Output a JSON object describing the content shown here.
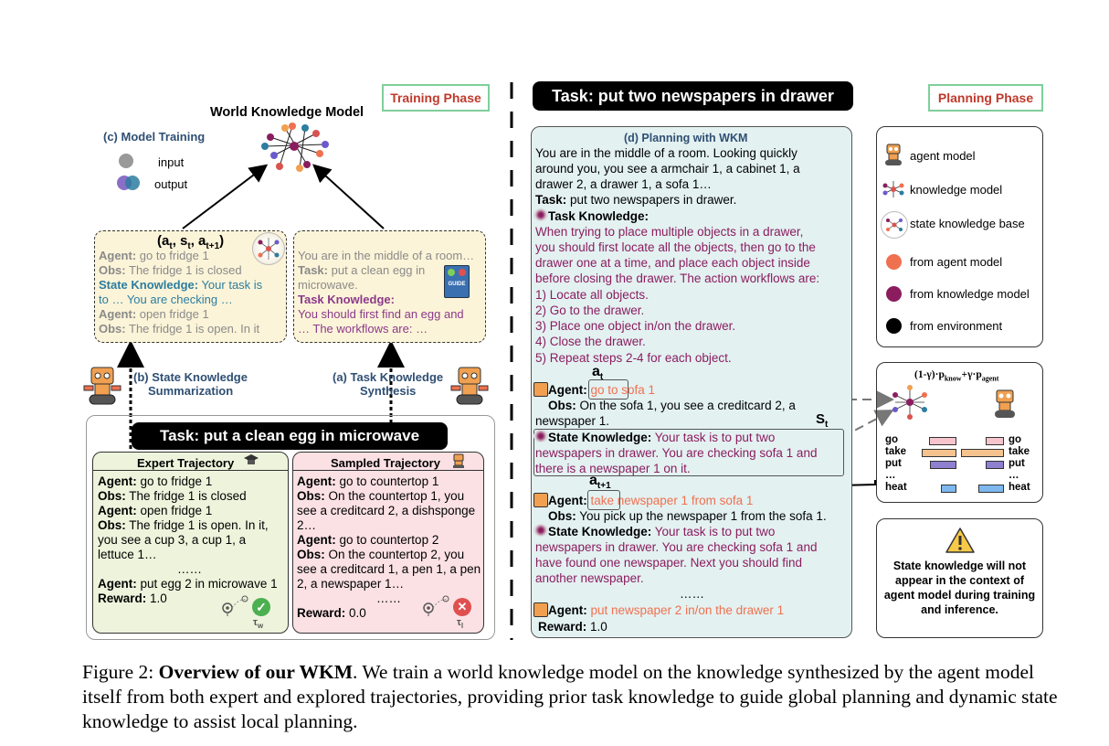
{
  "training": {
    "phase_label": "Training Phase",
    "wkm_title": "World Knowledge Model",
    "model_training": {
      "title": "(c) Model Training",
      "legend_input": "input",
      "legend_output": "output"
    },
    "state_box": {
      "header": "(a",
      "header_sub_t": "t",
      "header_mid": ", s",
      "header_sub_t2": "t",
      "header_mid2": ", a",
      "header_sub_t3": "t+1",
      "header_end": ")",
      "lines": [
        {
          "label": "Agent:",
          "text": " go to fridge 1"
        },
        {
          "label": "Obs:",
          "text": " The fridge 1 is closed"
        },
        {
          "label": "State Knowledge:",
          "text": " Your task is"
        },
        {
          "label": "",
          "text": "to … You are checking …"
        },
        {
          "label": "Agent:",
          "text": " open fridge 1"
        },
        {
          "label": "Obs:",
          "text": " The fridge 1 is open. In it"
        }
      ]
    },
    "task_box": {
      "lines": [
        {
          "label": "",
          "text": "You are in the middle of a room…"
        },
        {
          "label": "Task:",
          "text": " put a clean egg in"
        },
        {
          "label": "",
          "text": "microwave."
        },
        {
          "label": "Task Knowledge:",
          "text": ""
        },
        {
          "label": "",
          "text": "You should first find an egg and"
        },
        {
          "label": "",
          "text": "… The workflows are: …"
        }
      ],
      "guide_text": "GUIDE"
    },
    "summarization_label_1": "(b) State Knowledge",
    "summarization_label_2": "Summarization",
    "synthesis_label_1": "(a) Task Knowledge",
    "synthesis_label_2": "Synthesis",
    "task_title": "Task: put a clean egg in microwave",
    "expert": {
      "title": "Expert Trajectory",
      "lines": [
        {
          "label": "Agent:",
          "text": " go to fridge 1"
        },
        {
          "label": "Obs:",
          "text": " The fridge 1 is closed"
        },
        {
          "label": "Agent:",
          "text": " open fridge 1"
        },
        {
          "label": "Obs:",
          "text": " The fridge 1 is open. In it,"
        },
        {
          "label": "",
          "text": "you see a cup 3, a cup 1, a"
        },
        {
          "label": "",
          "text": "lettuce 1…"
        },
        {
          "label": "",
          "text": "……"
        },
        {
          "label": "Agent:",
          "text": " put egg 2 in microwave 1"
        },
        {
          "label": "Reward:",
          "text": " 1.0"
        }
      ],
      "tau": "τ",
      "tau_sub": "w"
    },
    "sampled": {
      "title": "Sampled Trajectory",
      "lines": [
        {
          "label": "Agent:",
          "text": " go to countertop 1"
        },
        {
          "label": "Obs:",
          "text": " On the countertop 1, you"
        },
        {
          "label": "",
          "text": "see a creditcard 2, a dishsponge"
        },
        {
          "label": "",
          "text": "2…"
        },
        {
          "label": "Agent:",
          "text": " go to countertop 2"
        },
        {
          "label": "Obs:",
          "text": " On the countertop 2, you"
        },
        {
          "label": "",
          "text": "see a creditcard 1, a pen 1, a pen"
        },
        {
          "label": "",
          "text": "2, a newspaper 1…"
        },
        {
          "label": "",
          "text": "……"
        },
        {
          "label": "Reward:",
          "text": " 0.0"
        }
      ],
      "tau": "τ",
      "tau_sub": "l"
    }
  },
  "planning": {
    "phase_label": "Planning Phase",
    "task_title": "Task: put two newspapers in drawer",
    "wkm_title": "(d) Planning with WKM",
    "intro": [
      "You are in the middle of a room. Looking quickly",
      "around you, you see a armchair 1, a cabinet 1, a",
      "drawer 2, a drawer 1, a sofa 1…"
    ],
    "task_line_label": "Task:",
    "task_line_text": " put two newspapers in drawer.",
    "task_knowledge_label": "Task Knowledge:",
    "task_knowledge": [
      "When trying to place multiple objects in a drawer,",
      "you should first locate all the objects, then go to the",
      "drawer one at a time, and place each object inside",
      "before closing the drawer. The action workflows are:",
      "1)  Locate all objects.",
      "2)  Go to the drawer.",
      "3)  Place one object in/on the drawer.",
      "4)  Close the drawer.",
      "5)  Repeat steps 2-4 for each object."
    ],
    "a_t": "a",
    "a_t_sub": "t",
    "s_t": "S",
    "s_t_sub": "t",
    "a_t1": "a",
    "a_t1_sub": "t+1",
    "step1_agent_label": "Agent:",
    "step1_agent_text": " go to sofa 1",
    "step1_obs_label": "Obs:",
    "step1_obs_text": " On the sofa 1, you see a creditcard 2, a",
    "step1_obs_text2": "newspaper 1.",
    "state1_label": "State Knowledge:",
    "state1": [
      " Your task is to put two",
      "newspapers in drawer. You are checking sofa 1 and",
      "there is a newspaper 1 on it."
    ],
    "step2_agent_label": "Agent:",
    "step2_agent_text": " take newspaper 1 from sofa 1",
    "step2_obs_label": "Obs:",
    "step2_obs_text": " You pick up the newspaper 1 from the sofa 1.",
    "state2_label": "State Knowledge:",
    "state2": [
      " Your task is to put two",
      "newspapers in drawer. You are checking sofa 1 and",
      "have found one newspaper. Next you should find",
      "another newspaper."
    ],
    "ellipsis": "……",
    "final_agent_label": "Agent:",
    "final_agent_text": " put newspaper 2 in/on the drawer 1",
    "reward_label": "Reward:",
    "reward_text": " 1.0"
  },
  "legend": {
    "items": [
      {
        "label": "agent model"
      },
      {
        "label": "knowledge model"
      },
      {
        "label": "state knowledge base"
      },
      {
        "label": "from agent model",
        "color": "#f0714f"
      },
      {
        "label": "from knowledge model",
        "color": "#8b1d5f"
      },
      {
        "label": "from environment",
        "color": "#000000"
      }
    ]
  },
  "prob": {
    "formula_a": "(1-γ)·p",
    "formula_a_sub": "know",
    "formula_b": "+γ·p",
    "formula_b_sub": "agent",
    "rows": [
      {
        "label": "go",
        "left": 0.62,
        "right": 0.42,
        "color": "#f6c4cc"
      },
      {
        "label": "take",
        "left": 0.8,
        "right": 0.98,
        "color": "#f6c28e"
      },
      {
        "label": "put",
        "left": 0.6,
        "right": 0.42,
        "color": "#8e7fd0"
      },
      {
        "label": "…",
        "left": 0,
        "right": 0,
        "color": "#ffffff"
      },
      {
        "label": "heat",
        "left": 0.36,
        "right": 0.58,
        "color": "#7fb8ef"
      }
    ]
  },
  "note": {
    "lines": [
      "State knowledge will not",
      "appear in the context of",
      "agent model during training",
      "and inference."
    ]
  },
  "caption": {
    "prefix": "Figure 2: ",
    "bold": "Overview of our WKM",
    "rest": ". We train a world knowledge model on the knowledge synthesized by the agent model itself from both expert and explored trajectories, providing prior task knowledge to guide global planning and dynamic state knowledge to assist local planning."
  }
}
